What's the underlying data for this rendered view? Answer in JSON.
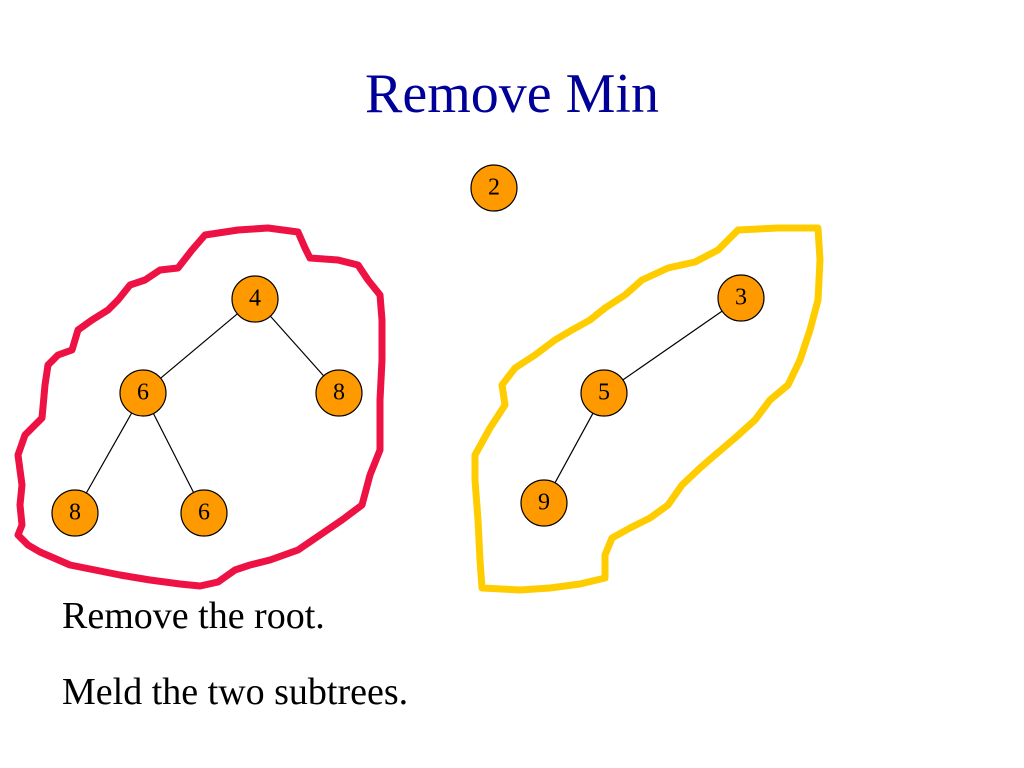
{
  "title": "Remove Min",
  "colors": {
    "title": "#000099",
    "node_fill": "#ff9900",
    "node_stroke": "#000000",
    "left_outline": "#ee1144",
    "right_outline": "#ffcc00"
  },
  "diagram": {
    "removed_root": {
      "id": "root",
      "label": "2"
    },
    "left_subtree": {
      "nodes": [
        {
          "id": "l4",
          "label": "4"
        },
        {
          "id": "l6a",
          "label": "6"
        },
        {
          "id": "l8a",
          "label": "8"
        },
        {
          "id": "l8b",
          "label": "8"
        },
        {
          "id": "l6b",
          "label": "6"
        }
      ],
      "edges": [
        [
          "l4",
          "l6a"
        ],
        [
          "l4",
          "l8a"
        ],
        [
          "l6a",
          "l8b"
        ],
        [
          "l6a",
          "l6b"
        ]
      ]
    },
    "right_subtree": {
      "nodes": [
        {
          "id": "r3",
          "label": "3"
        },
        {
          "id": "r5",
          "label": "5"
        },
        {
          "id": "r9",
          "label": "9"
        }
      ],
      "edges": [
        [
          "r3",
          "r5"
        ],
        [
          "r5",
          "r9"
        ]
      ]
    }
  },
  "text_lines": [
    "Remove the root.",
    "Meld the two subtrees."
  ]
}
